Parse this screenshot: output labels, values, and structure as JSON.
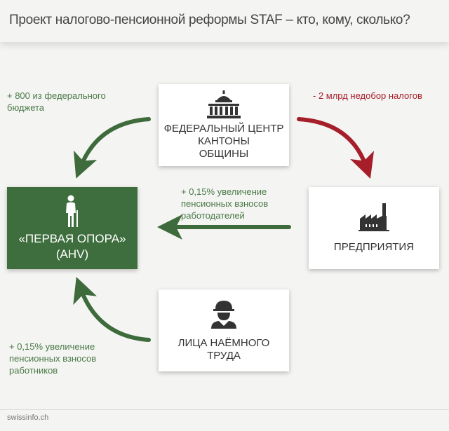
{
  "title": "Проект налогово-пенсионной реформы STAF – кто, кому, сколько?",
  "nodes": {
    "federal": {
      "lines": [
        "ФЕДЕРАЛЬНЫЙ ЦЕНТР",
        "КАНТОНЫ",
        "ОБЩИНЫ"
      ],
      "icon": "capitol-building-icon"
    },
    "ahv": {
      "lines": [
        "«ПЕРВАЯ ОПОРА»",
        "(AHV)"
      ],
      "icon": "elderly-person-icon"
    },
    "enterprises": {
      "lines": [
        "ПРЕДПРИЯТИЯ"
      ],
      "icon": "factory-icon"
    },
    "workers": {
      "lines": [
        "ЛИЦА НАЁМНОГО",
        "ТРУДА"
      ],
      "icon": "worker-helmet-icon"
    }
  },
  "flows": {
    "federal_to_ahv": [
      "+ 800 из федерального",
      "бюджета"
    ],
    "federal_to_enterprises": [
      "- 2 млрд недобор налогов"
    ],
    "enterprises_to_ahv": [
      "+ 0,15% увеличение",
      "пенсионных взносов",
      "работодателей"
    ],
    "workers_to_ahv": [
      "+ 0,15% увеличение",
      "пенсионных взносов",
      "работников"
    ]
  },
  "colors": {
    "green": "#3f6e3e",
    "red": "#a51e2a",
    "text": "#333333"
  },
  "source": "swissinfo.ch"
}
